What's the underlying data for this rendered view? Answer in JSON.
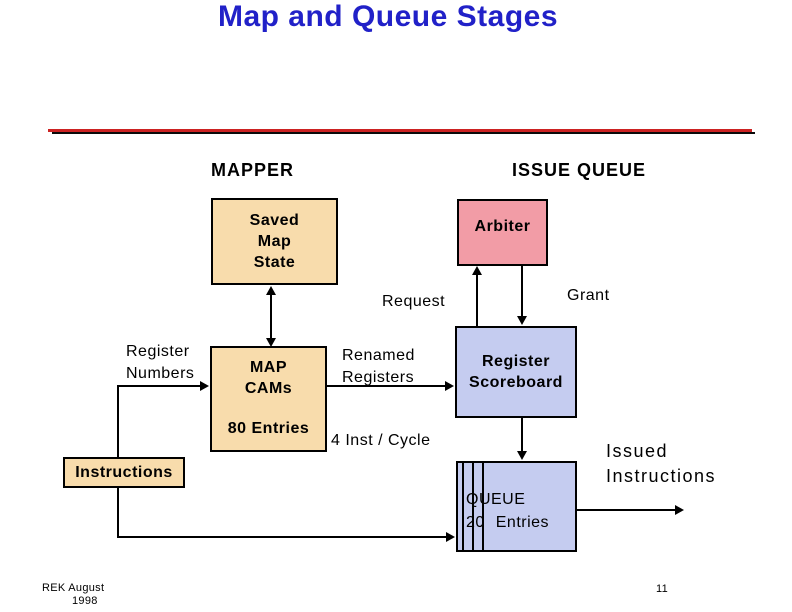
{
  "slide": {
    "title": "Map and Queue Stages",
    "page_number": "11",
    "footer_line1": "REK August",
    "footer_line2": "1998"
  },
  "headings": {
    "mapper": "MAPPER",
    "issue_queue": "ISSUE QUEUE"
  },
  "boxes": {
    "saved_map_state": {
      "line1": "Saved",
      "line2": "Map",
      "line3": "State"
    },
    "arbiter": {
      "label": "Arbiter"
    },
    "map_cams": {
      "line1": "MAP",
      "line2": "CAMs",
      "entries": "80 Entries"
    },
    "register_scoreboard": {
      "line1": "Register",
      "line2": "Scoreboard"
    },
    "instructions": {
      "label": "Instructions"
    },
    "queue": {
      "line1": "QUEUE",
      "line2": "20 Entries"
    }
  },
  "labels": {
    "register_numbers": {
      "line1": "Register",
      "line2": "Numbers"
    },
    "request": "Request",
    "grant": "Grant",
    "renamed_registers": {
      "line1": "Renamed",
      "line2": "Registers"
    },
    "inst_per_cycle": "4 Inst / Cycle",
    "issued_instructions": {
      "line1": "Issued",
      "line2": "Instructions"
    }
  },
  "colors": {
    "title": "#2121C8",
    "rule_red": "#CC2222",
    "tan": "#F8DCAC",
    "pink": "#F29CA6",
    "periwinkle": "#C5CCF0",
    "border": "#000000"
  }
}
